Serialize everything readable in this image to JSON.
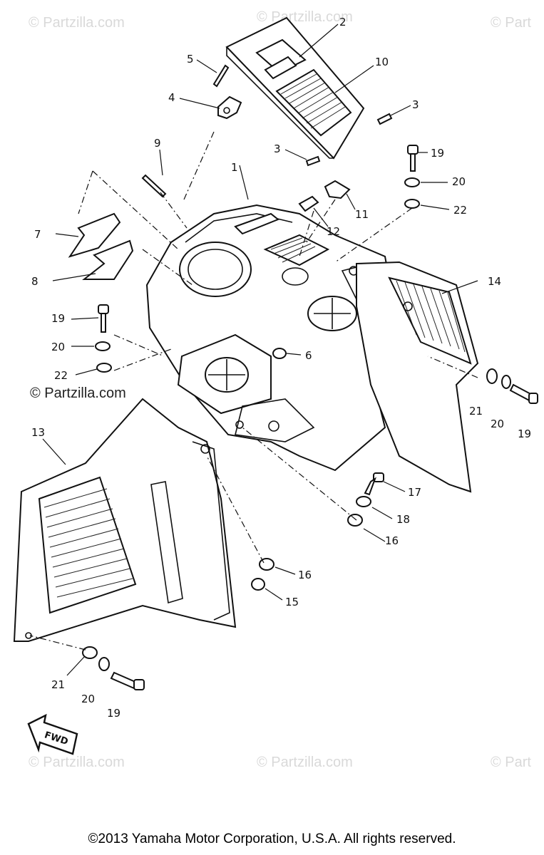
{
  "watermarks": {
    "top_left": "© Partzilla.com",
    "top_center": "© Partzilla.com",
    "top_right": "© Part",
    "middle_left": "© Partzilla.com",
    "bottom_left": "© Partzilla.com",
    "bottom_center": "© Partzilla.com",
    "bottom_right": "© Part"
  },
  "direction_arrow": "FWD",
  "callouts": [
    "1",
    "2",
    "3",
    "3",
    "4",
    "5",
    "6",
    "7",
    "8",
    "9",
    "10",
    "11",
    "12",
    "13",
    "14",
    "15",
    "16",
    "16",
    "17",
    "18",
    "19",
    "19",
    "19",
    "19",
    "20",
    "20",
    "20",
    "20",
    "21",
    "21",
    "22",
    "22"
  ],
  "copyright": "©2013  Yamaha Motor Corporation, U.S.A. All rights reserved."
}
